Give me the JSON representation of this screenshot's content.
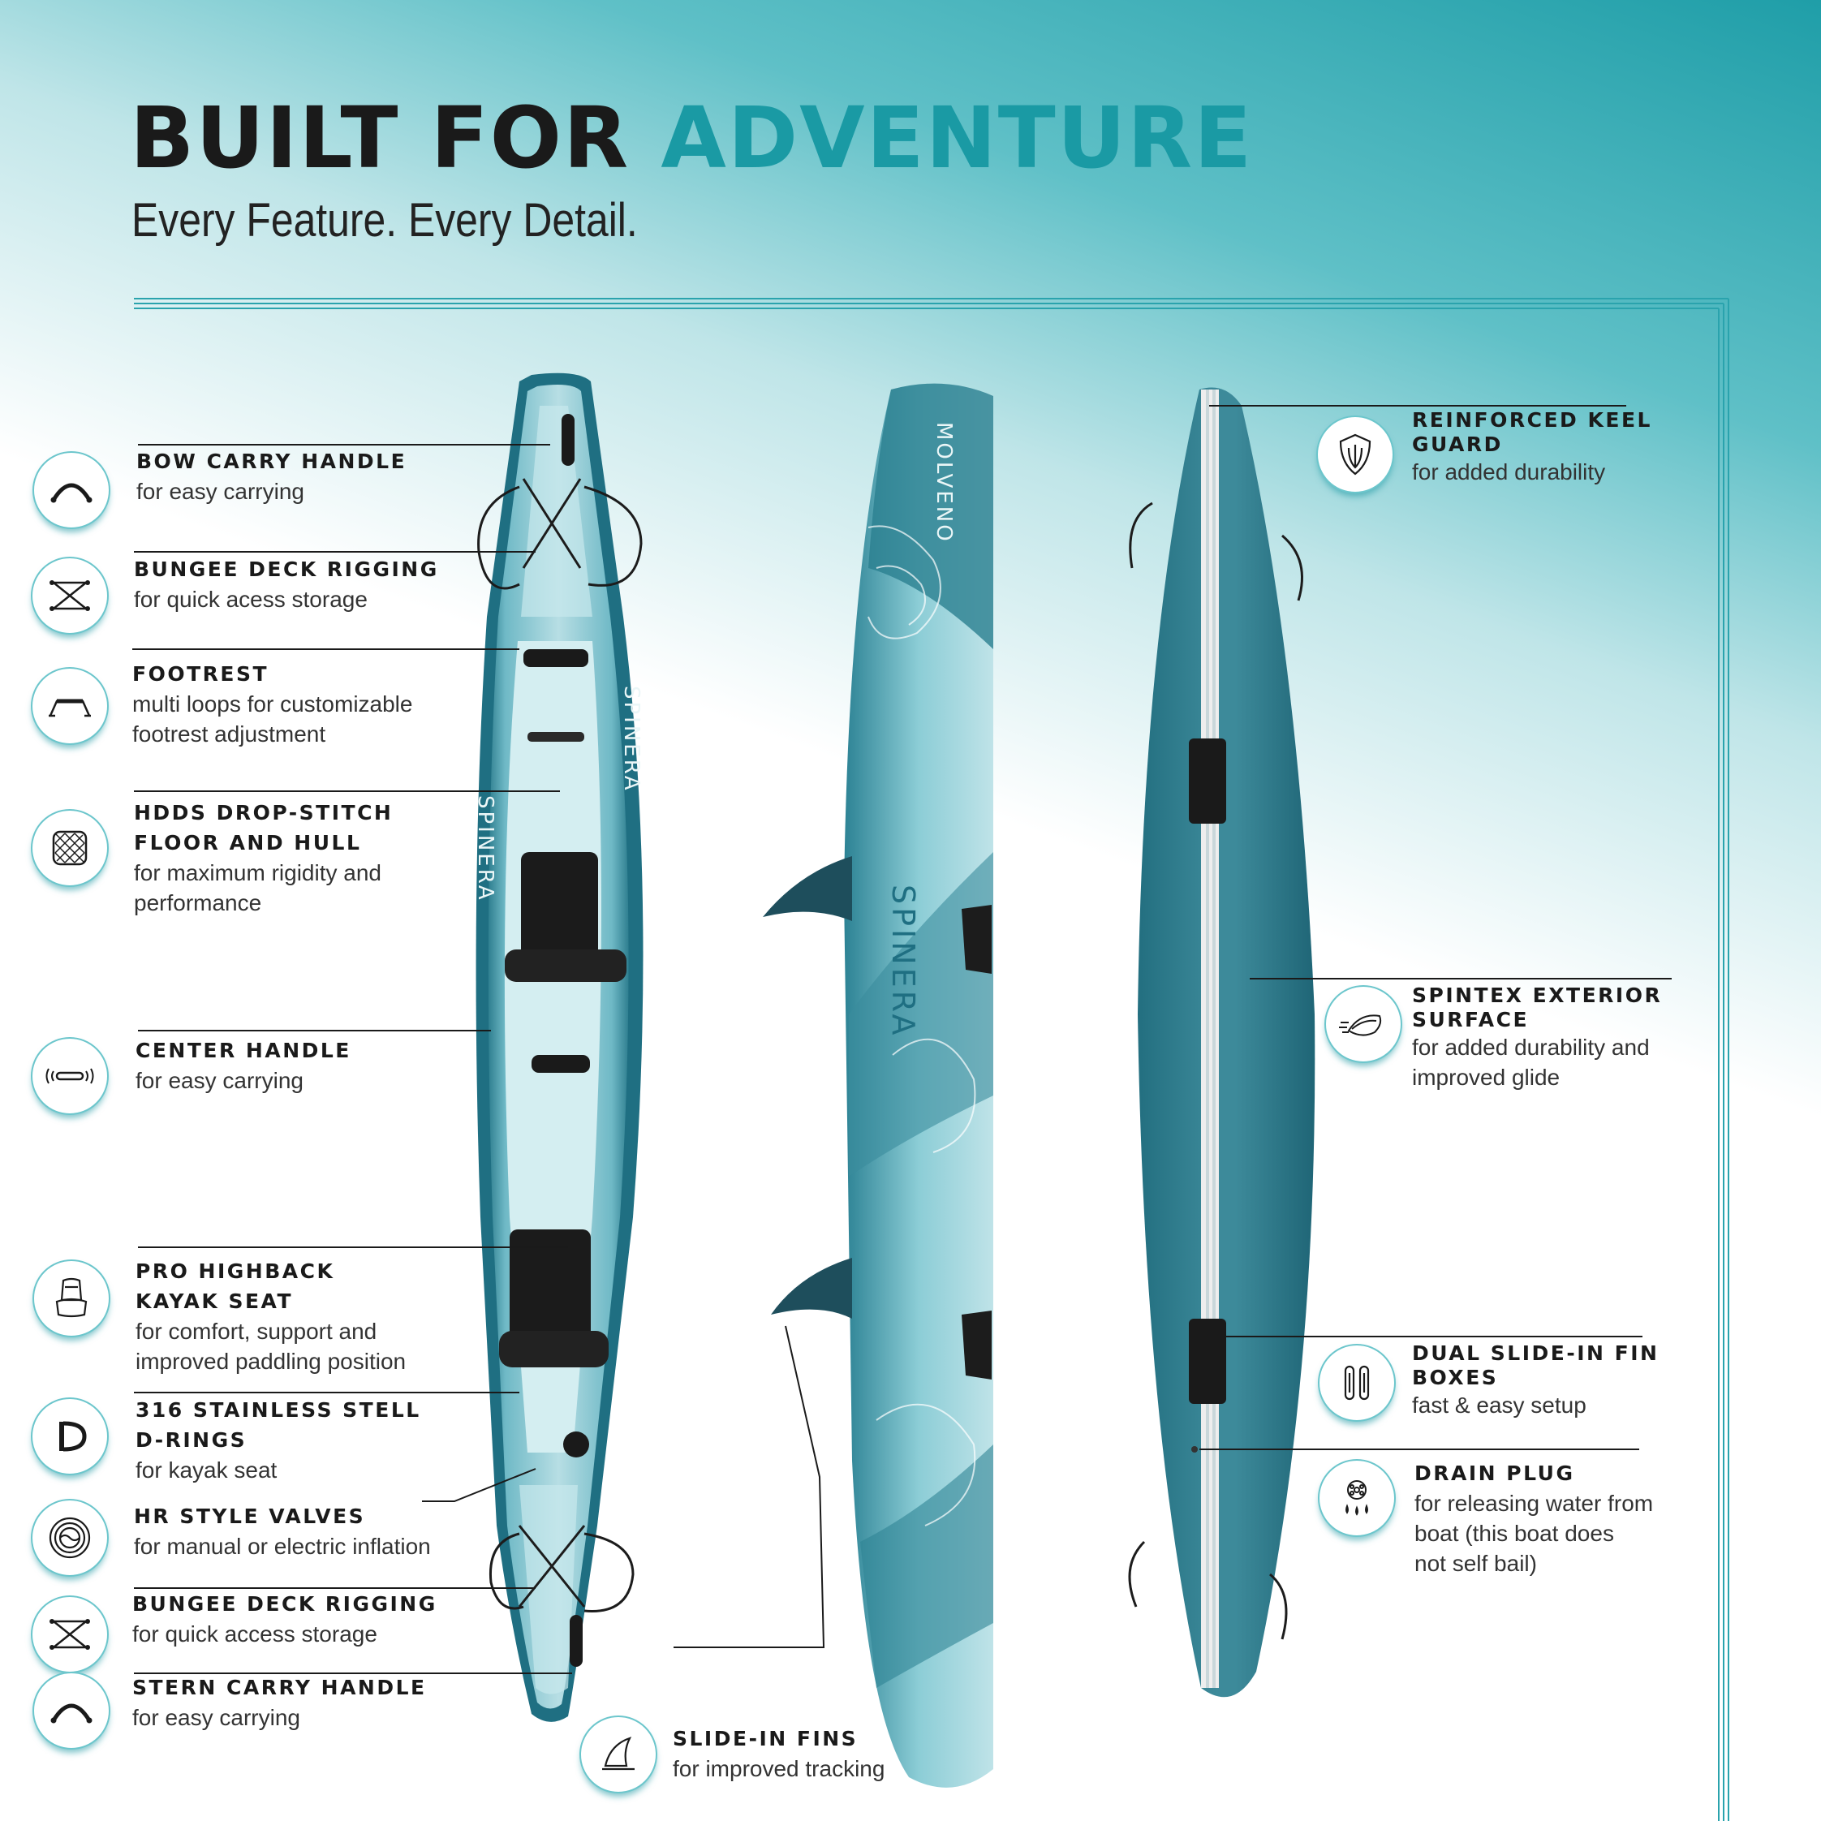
{
  "header": {
    "title_part1": "BUILT FOR ",
    "title_part2": "ADVENTURE",
    "subtitle": "Every Feature. Every Detail."
  },
  "colors": {
    "accent": "#1a9aa4",
    "accent_dark": "#1b6f80",
    "hull_light": "#8fd1d9",
    "text_dark": "#1a1a1a"
  },
  "brand": {
    "logo_text": "SPINERA",
    "model_text": "MOLVENO"
  },
  "features": [
    {
      "id": "bow-carry-handle",
      "title": "BOW CARRY HANDLE",
      "desc": "for easy carrying",
      "icon": "carry-handle-icon"
    },
    {
      "id": "bungee-deck-rigging-bow",
      "title": "BUNGEE DECK RIGGING",
      "desc": "for quick acess storage",
      "icon": "bungee-icon"
    },
    {
      "id": "footrest",
      "title": "FOOTREST",
      "desc": "multi loops for customizable\nfootrest adjustment",
      "icon": "footrest-icon"
    },
    {
      "id": "hdds-floor",
      "title": "HDDS DROP-STITCH\nFLOOR AND HULL",
      "desc": "for maximum rigidity and\nperformance",
      "icon": "dropstitch-icon"
    },
    {
      "id": "center-handle",
      "title": "CENTER HANDLE",
      "desc": "for easy carrying",
      "icon": "center-handle-icon"
    },
    {
      "id": "highback-seat",
      "title": "PRO HIGHBACK\nKAYAK SEAT",
      "desc": "for comfort, support and\nimproved paddling position",
      "icon": "seat-icon"
    },
    {
      "id": "d-rings",
      "title": "316 STAINLESS STELL\nD-RINGS",
      "desc": "for kayak seat",
      "icon": "d-ring-icon"
    },
    {
      "id": "hr-valves",
      "title": "HR STYLE VALVES",
      "desc": "for manual or electric inflation",
      "icon": "valve-icon"
    },
    {
      "id": "bungee-deck-rigging-stern",
      "title": "BUNGEE DECK RIGGING",
      "desc": "for quick access storage",
      "icon": "bungee-icon"
    },
    {
      "id": "stern-carry-handle",
      "title": "STERN CARRY HANDLE",
      "desc": "for easy carrying",
      "icon": "carry-handle-icon"
    },
    {
      "id": "slide-in-fins",
      "title": "SLIDE-IN FINS",
      "desc": "for improved tracking",
      "icon": "fin-icon"
    },
    {
      "id": "keel-guard",
      "title": "REINFORCED KEEL\nGUARD",
      "desc": "for added durability",
      "icon": "shield-icon"
    },
    {
      "id": "spintex-surface",
      "title": "SPINTEX EXTERIOR\nSURFACE",
      "desc": "for added durability and\nimproved glide",
      "icon": "surface-icon"
    },
    {
      "id": "fin-boxes",
      "title": "DUAL SLIDE-IN FIN\nBOXES",
      "desc": "fast & easy setup",
      "icon": "fin-box-icon"
    },
    {
      "id": "drain-plug",
      "title": "DRAIN PLUG",
      "desc": "for releasing water from\nboat (this boat does\nnot self bail)",
      "icon": "drain-plug-icon"
    }
  ]
}
